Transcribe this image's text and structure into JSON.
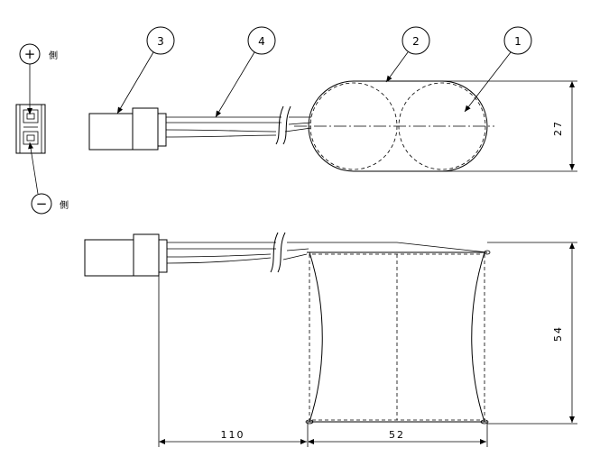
{
  "callouts": {
    "c1": "1",
    "c2": "2",
    "c3": "3",
    "c4": "4"
  },
  "polarity": {
    "plus": "+",
    "minus": "−",
    "side": "側"
  },
  "dimensions": {
    "height_top": "27",
    "height_front": "54",
    "length_lead": "110",
    "width_pack": "52"
  }
}
